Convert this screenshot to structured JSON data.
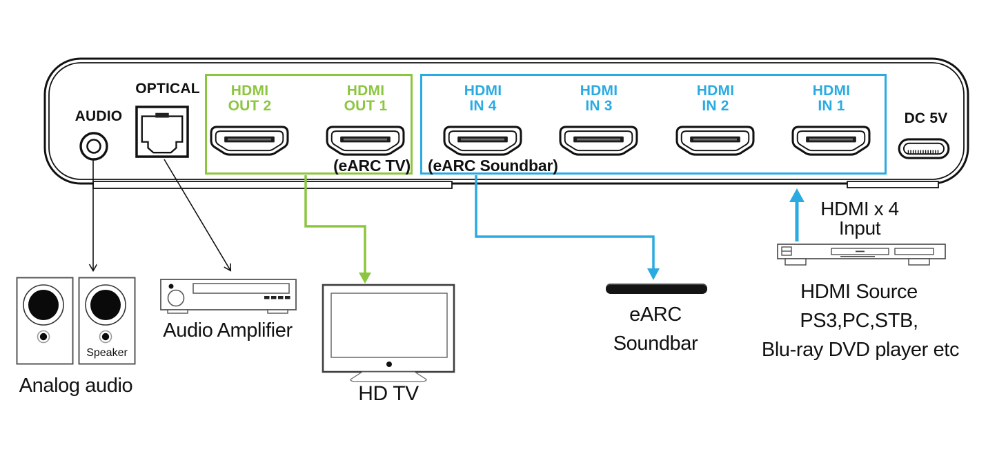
{
  "colors": {
    "green": "#8CC63F",
    "blue": "#29ABE2",
    "ink": "#111111"
  },
  "device": {
    "audio_label": "AUDIO",
    "optical_label": "OPTICAL",
    "power_label": "DC 5V",
    "out_group": {
      "caption": "(eARC TV)",
      "ports": [
        {
          "line1": "HDMI",
          "line2": "OUT 2"
        },
        {
          "line1": "HDMI",
          "line2": "OUT 1"
        }
      ]
    },
    "in_group": {
      "caption": "(eARC Soundbar)",
      "ports": [
        {
          "line1": "HDMI",
          "line2": "IN 4"
        },
        {
          "line1": "HDMI",
          "line2": "IN 3"
        },
        {
          "line1": "HDMI",
          "line2": "IN 2"
        },
        {
          "line1": "HDMI",
          "line2": "IN 1"
        }
      ]
    }
  },
  "peripherals": {
    "speakers": {
      "speaker_label": "Speaker",
      "label": "Analog audio"
    },
    "amplifier": {
      "label": "Audio Amplifier"
    },
    "tv": {
      "label": "HD TV"
    },
    "soundbar": {
      "label_line1": "eARC",
      "label_line2": "Soundbar"
    },
    "source": {
      "input_line1": "HDMI x 4",
      "input_line2": "Input",
      "label_lines": [
        "HDMI Source",
        "PS3,PC,STB,",
        "Blu-ray DVD player etc"
      ]
    }
  }
}
